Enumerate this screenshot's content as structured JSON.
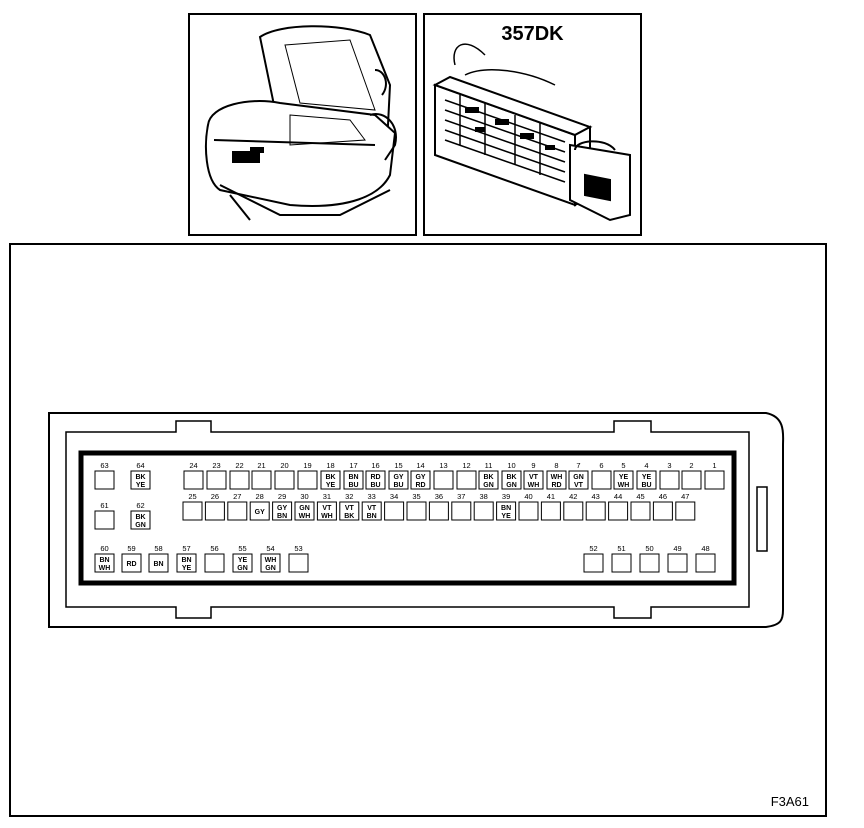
{
  "module_label": "357DK",
  "figure_code": "F3A61",
  "pins": [
    {
      "n": "63",
      "w": []
    },
    {
      "n": "64",
      "w": [
        "BK",
        "YE"
      ]
    },
    {
      "n": "24",
      "w": []
    },
    {
      "n": "23",
      "w": []
    },
    {
      "n": "22",
      "w": []
    },
    {
      "n": "21",
      "w": []
    },
    {
      "n": "20",
      "w": []
    },
    {
      "n": "19",
      "w": []
    },
    {
      "n": "18",
      "w": [
        "BK",
        "YE"
      ]
    },
    {
      "n": "17",
      "w": [
        "BN",
        "BU"
      ]
    },
    {
      "n": "16",
      "w": [
        "RD",
        "BU"
      ]
    },
    {
      "n": "15",
      "w": [
        "GY",
        "BU"
      ]
    },
    {
      "n": "14",
      "w": [
        "GY",
        "RD"
      ]
    },
    {
      "n": "13",
      "w": []
    },
    {
      "n": "12",
      "w": []
    },
    {
      "n": "11",
      "w": [
        "BK",
        "GN"
      ]
    },
    {
      "n": "10",
      "w": [
        "BK",
        "GN"
      ]
    },
    {
      "n": "9",
      "w": [
        "VT",
        "WH"
      ]
    },
    {
      "n": "8",
      "w": [
        "WH",
        "RD"
      ]
    },
    {
      "n": "7",
      "w": [
        "GN",
        "VT"
      ]
    },
    {
      "n": "6",
      "w": []
    },
    {
      "n": "5",
      "w": [
        "YE",
        "WH"
      ]
    },
    {
      "n": "4",
      "w": [
        "YE",
        "BU"
      ]
    },
    {
      "n": "3",
      "w": []
    },
    {
      "n": "2",
      "w": []
    },
    {
      "n": "1",
      "w": []
    },
    {
      "n": "61",
      "w": []
    },
    {
      "n": "62",
      "w": [
        "BK",
        "GN"
      ]
    },
    {
      "n": "25",
      "w": []
    },
    {
      "n": "26",
      "w": []
    },
    {
      "n": "27",
      "w": []
    },
    {
      "n": "28",
      "w": [
        "GY"
      ]
    },
    {
      "n": "29",
      "w": [
        "GY",
        "BN"
      ]
    },
    {
      "n": "30",
      "w": [
        "GN",
        "WH"
      ]
    },
    {
      "n": "31",
      "w": [
        "VT",
        "WH"
      ]
    },
    {
      "n": "32",
      "w": [
        "VT",
        "BK"
      ]
    },
    {
      "n": "33",
      "w": [
        "VT",
        "BN"
      ]
    },
    {
      "n": "34",
      "w": []
    },
    {
      "n": "35",
      "w": []
    },
    {
      "n": "36",
      "w": []
    },
    {
      "n": "37",
      "w": []
    },
    {
      "n": "38",
      "w": []
    },
    {
      "n": "39",
      "w": [
        "BN",
        "YE"
      ]
    },
    {
      "n": "40",
      "w": []
    },
    {
      "n": "41",
      "w": []
    },
    {
      "n": "42",
      "w": []
    },
    {
      "n": "43",
      "w": []
    },
    {
      "n": "44",
      "w": []
    },
    {
      "n": "45",
      "w": []
    },
    {
      "n": "46",
      "w": []
    },
    {
      "n": "47",
      "w": []
    },
    {
      "n": "60",
      "w": [
        "BN",
        "WH"
      ]
    },
    {
      "n": "59",
      "w": [
        "RD"
      ]
    },
    {
      "n": "58",
      "w": [
        "BN"
      ]
    },
    {
      "n": "57",
      "w": [
        "BN",
        "YE"
      ]
    },
    {
      "n": "56",
      "w": []
    },
    {
      "n": "55",
      "w": [
        "YE",
        "GN"
      ]
    },
    {
      "n": "54",
      "w": [
        "WH",
        "GN"
      ]
    },
    {
      "n": "53",
      "w": []
    },
    {
      "n": "52",
      "w": []
    },
    {
      "n": "51",
      "w": []
    },
    {
      "n": "50",
      "w": []
    },
    {
      "n": "49",
      "w": []
    },
    {
      "n": "48",
      "w": []
    }
  ]
}
